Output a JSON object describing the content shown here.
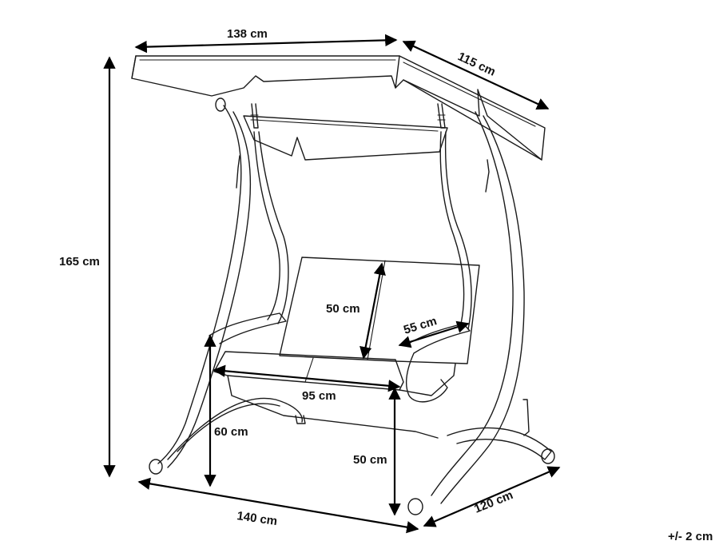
{
  "dimensions": {
    "canopy_width": "138 cm",
    "canopy_depth": "115 cm",
    "total_height": "165 cm",
    "backrest_height": "50 cm",
    "armrest_length": "55 cm",
    "seat_width": "95 cm",
    "seat_height": "60 cm",
    "seat_to_floor": "50 cm",
    "base_width": "140 cm",
    "base_depth": "120 cm"
  },
  "tolerance": "+/- 2 cm"
}
